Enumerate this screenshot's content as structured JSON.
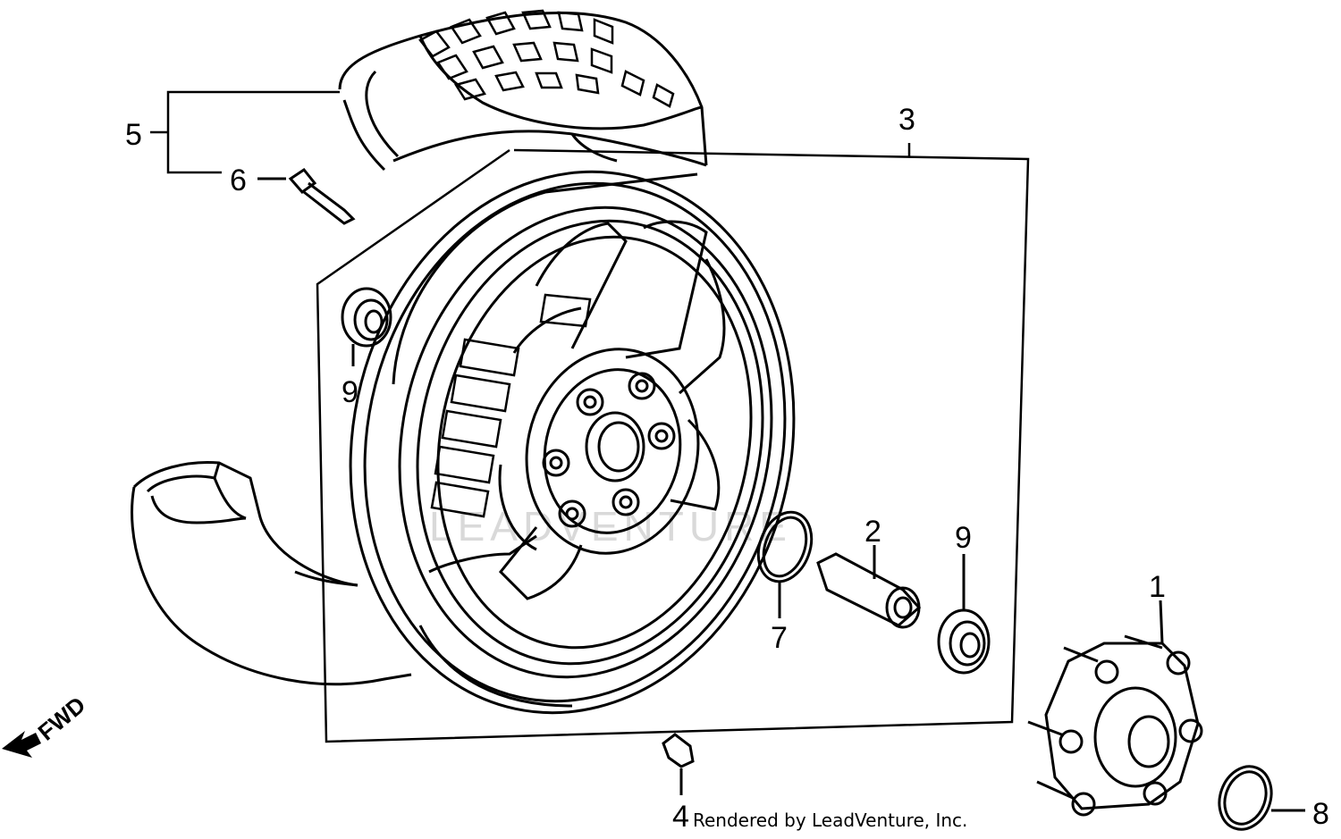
{
  "diagram": {
    "callouts": [
      {
        "id": "1",
        "label": "1"
      },
      {
        "id": "2",
        "label": "2"
      },
      {
        "id": "3",
        "label": "3"
      },
      {
        "id": "4",
        "label": "4"
      },
      {
        "id": "5",
        "label": "5"
      },
      {
        "id": "6",
        "label": "6"
      },
      {
        "id": "7",
        "label": "7"
      },
      {
        "id": "8",
        "label": "8"
      },
      {
        "id": "9a",
        "label": "9"
      },
      {
        "id": "9b",
        "label": "9"
      }
    ],
    "direction_label": "FWD",
    "credit": "Rendered by LeadVenture, Inc.",
    "watermark": "LEADVENTURE"
  }
}
